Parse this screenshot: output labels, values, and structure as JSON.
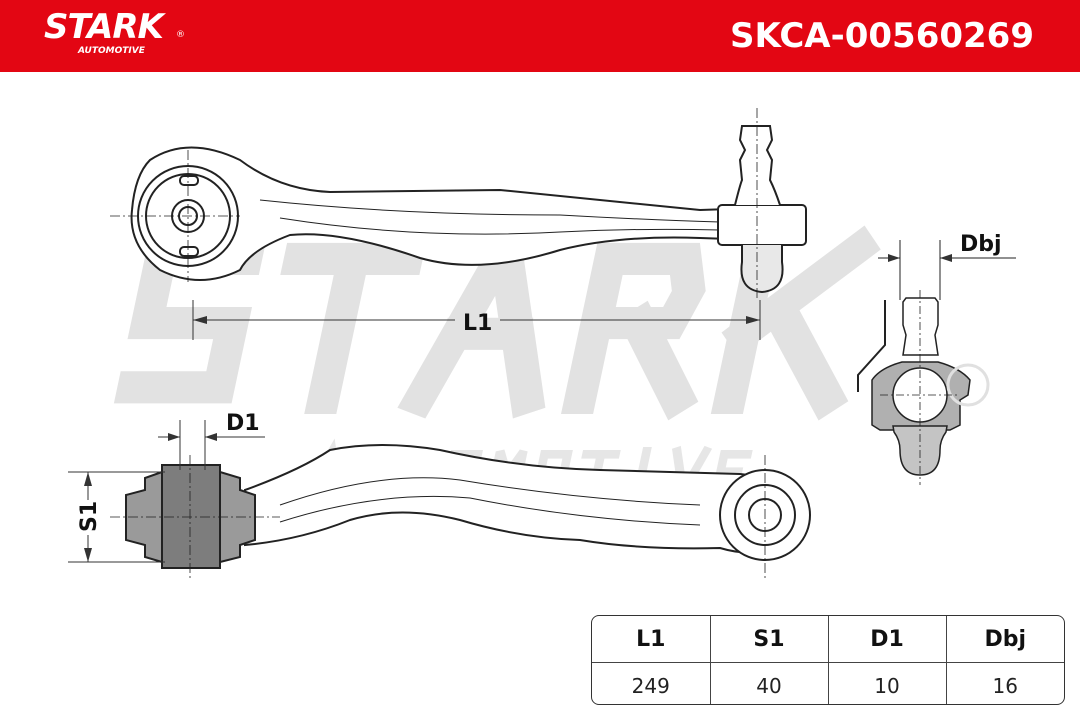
{
  "header": {
    "brand": "STARK",
    "brand_sub": "AUTOMOTIVE",
    "registered_mark": "®",
    "part_number": "SKCA-00560269",
    "color": "#e30613"
  },
  "watermark": {
    "main": "STARK",
    "sub": "AUTOMOTIVE"
  },
  "dimensions": {
    "l1_label": "L1",
    "s1_label": "S1",
    "d1_label": "D1",
    "dbj_label": "Dbj"
  },
  "spec_table": {
    "headers": [
      "L1",
      "S1",
      "D1",
      "Dbj"
    ],
    "values": [
      "249",
      "40",
      "10",
      "16"
    ]
  }
}
